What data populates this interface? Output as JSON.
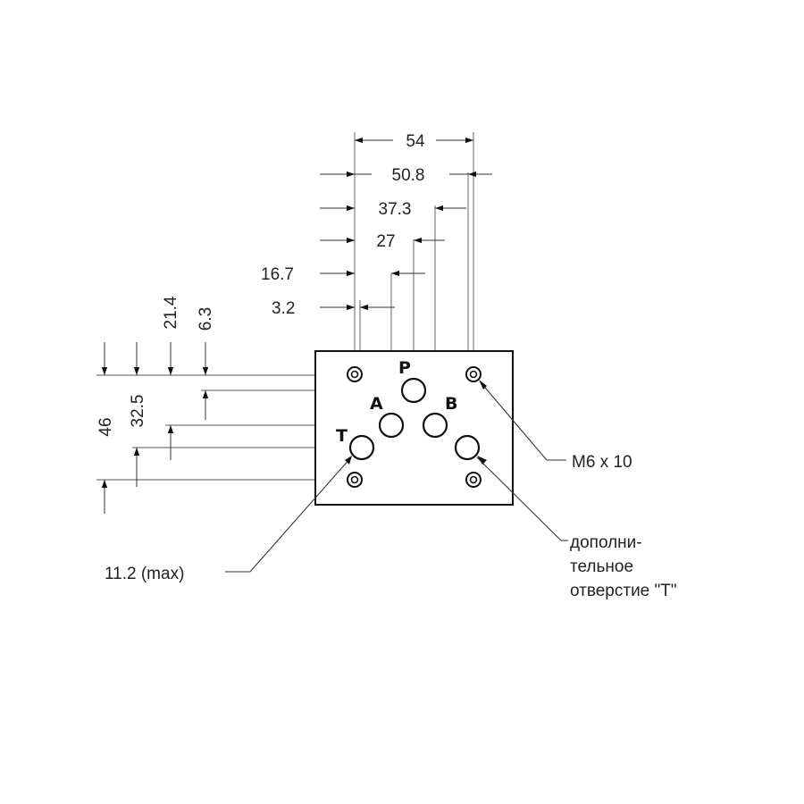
{
  "horizontal_dims": [
    "54",
    "50.8",
    "37.3",
    "27",
    "16.7",
    "3.2"
  ],
  "vertical_dims": [
    "46",
    "32.5",
    "21.4",
    "6.3"
  ],
  "ports": {
    "p": "P",
    "a": "A",
    "b": "B",
    "t": "T"
  },
  "callouts": {
    "screw": "M6 x 10",
    "t_port_size": "11.2 (max)",
    "extra_t_line1": "дополни-",
    "extra_t_line2": "тельное",
    "extra_t_line3": "отверстие \"T\""
  }
}
